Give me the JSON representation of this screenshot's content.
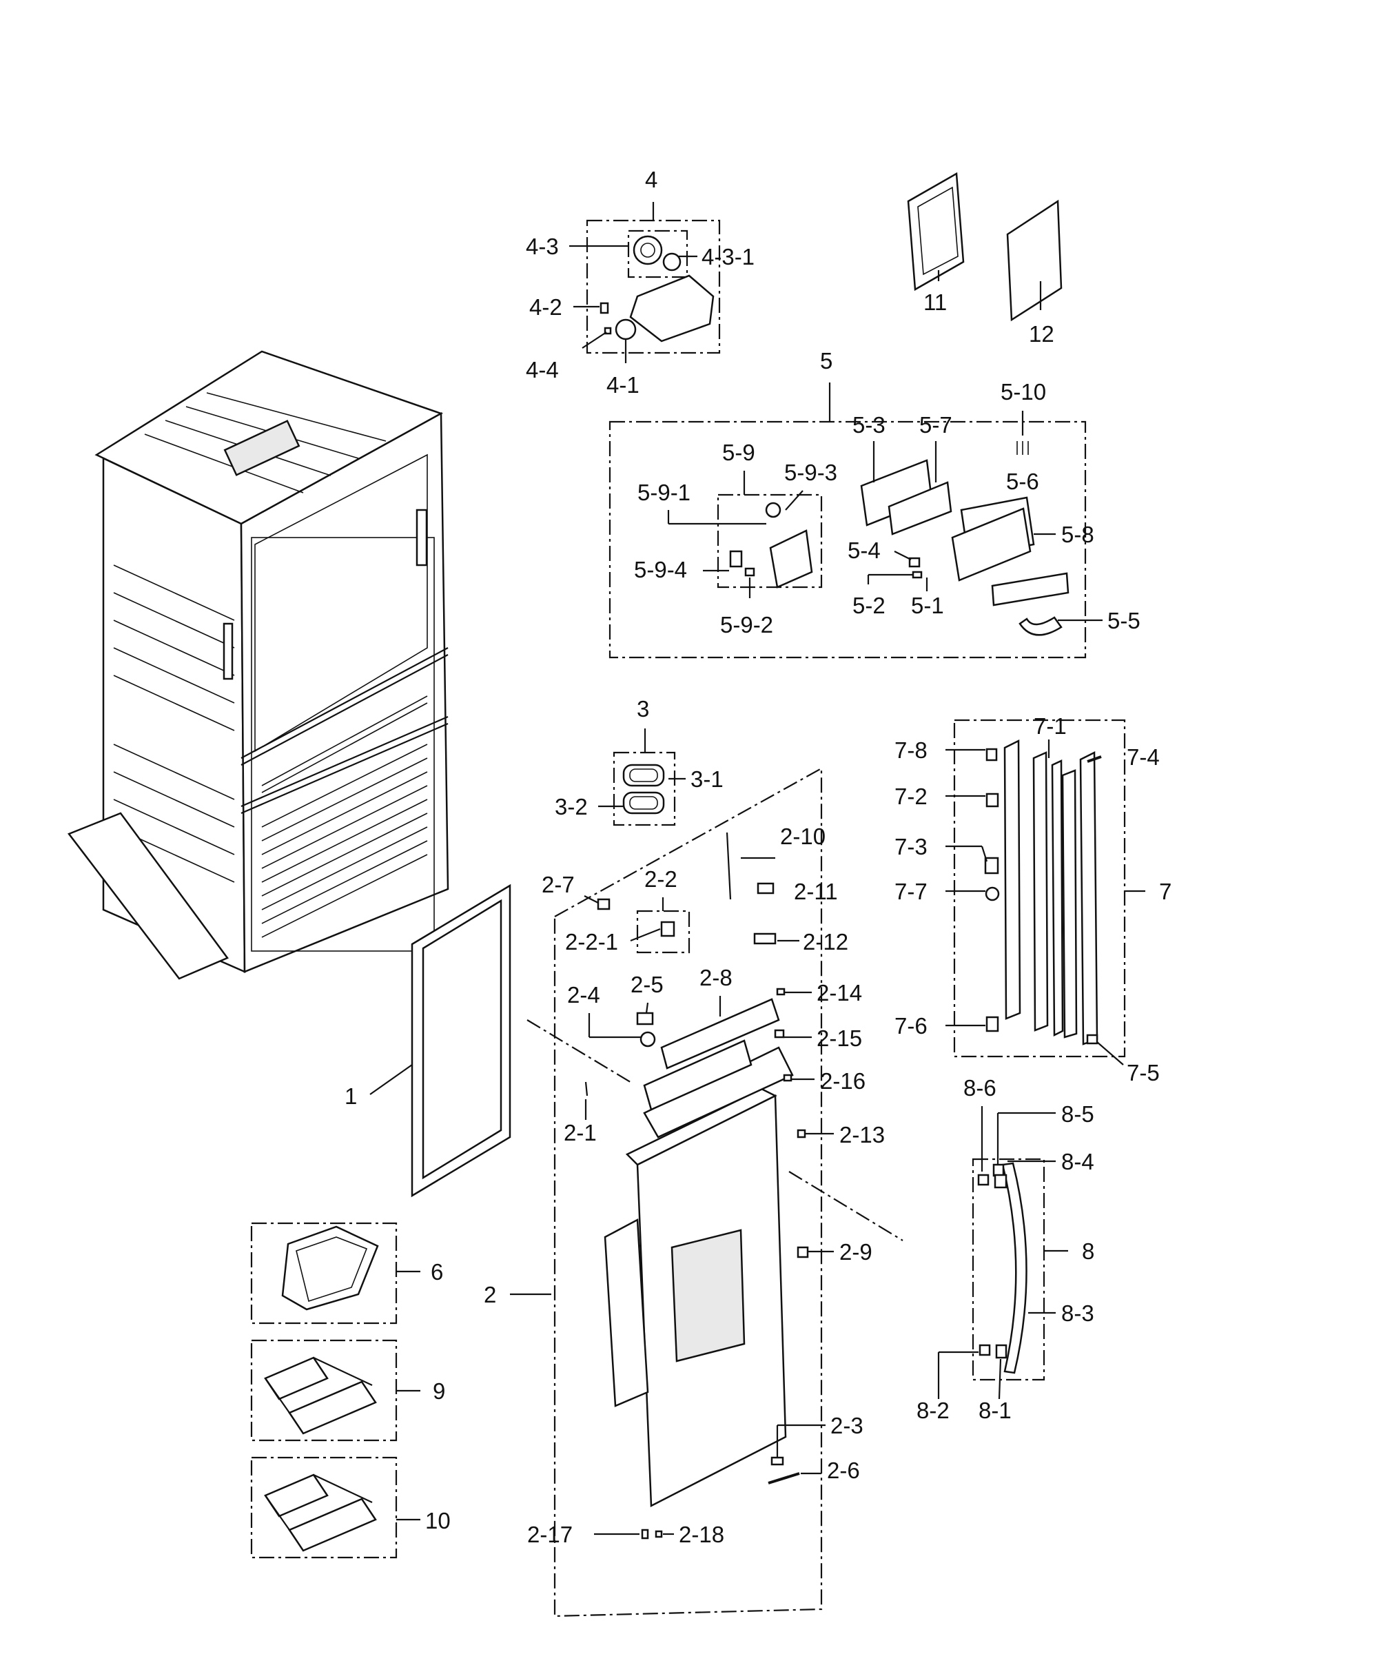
{
  "labels": {
    "l1": "1",
    "l2": "2",
    "l2_1": "2-1",
    "l2_2": "2-2",
    "l2_2_1": "2-2-1",
    "l2_3": "2-3",
    "l2_4": "2-4",
    "l2_5": "2-5",
    "l2_6": "2-6",
    "l2_7": "2-7",
    "l2_8": "2-8",
    "l2_9": "2-9",
    "l2_10": "2-10",
    "l2_11": "2-11",
    "l2_12": "2-12",
    "l2_13": "2-13",
    "l2_14": "2-14",
    "l2_15": "2-15",
    "l2_16": "2-16",
    "l2_17": "2-17",
    "l2_18": "2-18",
    "l3": "3",
    "l3_1": "3-1",
    "l3_2": "3-2",
    "l4": "4",
    "l4_1": "4-1",
    "l4_2": "4-2",
    "l4_3": "4-3",
    "l4_3_1": "4-3-1",
    "l4_4": "4-4",
    "l5": "5",
    "l5_1": "5-1",
    "l5_2": "5-2",
    "l5_3": "5-3",
    "l5_4": "5-4",
    "l5_5": "5-5",
    "l5_6": "5-6",
    "l5_7": "5-7",
    "l5_8": "5-8",
    "l5_9": "5-9",
    "l5_9_1": "5-9-1",
    "l5_9_2": "5-9-2",
    "l5_9_3": "5-9-3",
    "l5_9_4": "5-9-4",
    "l5_10": "5-10",
    "l6": "6",
    "l7": "7",
    "l7_1": "7-1",
    "l7_2": "7-2",
    "l7_3": "7-3",
    "l7_4": "7-4",
    "l7_5": "7-5",
    "l7_6": "7-6",
    "l7_7": "7-7",
    "l7_8": "7-8",
    "l8": "8",
    "l8_1": "8-1",
    "l8_2": "8-2",
    "l8_3": "8-3",
    "l8_4": "8-4",
    "l8_5": "8-5",
    "l8_6": "8-6",
    "l9": "9",
    "l10": "10",
    "l11": "11",
    "l12": "12"
  }
}
